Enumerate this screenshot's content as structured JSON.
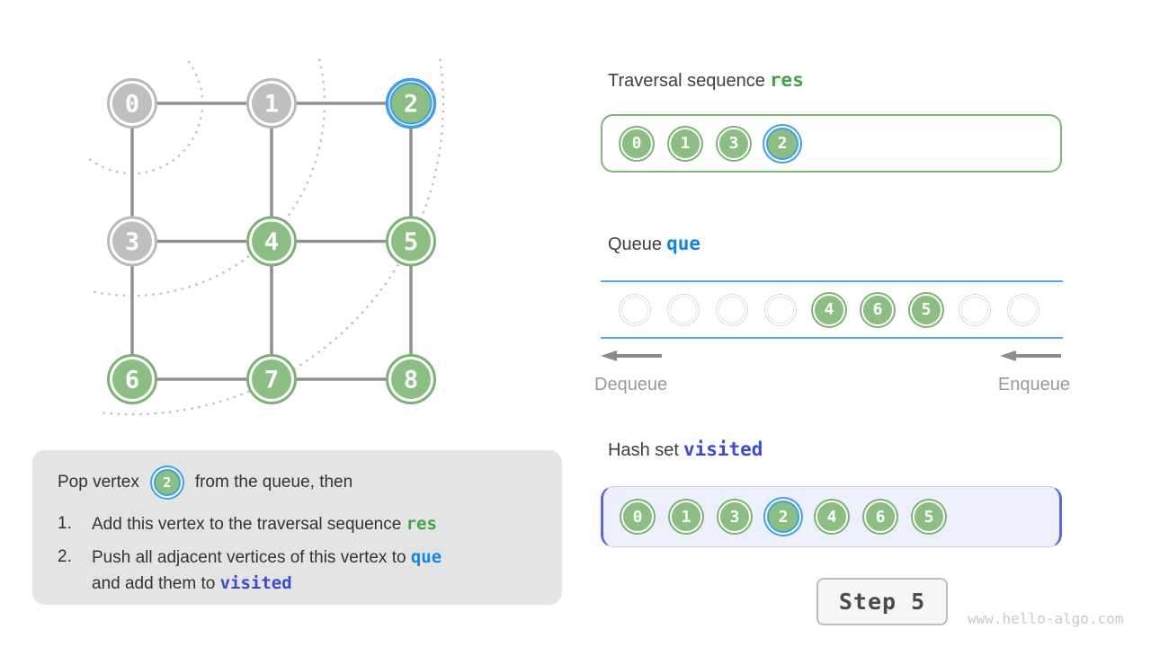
{
  "colors": {
    "green_fill": "#8cbe84",
    "green_ring": "#7bb273",
    "gray_fill": "#bfbfbf",
    "gray_ring": "#b9b9b9",
    "highlight_blue": "#3fa0e8",
    "edge_gray": "#909090",
    "arc_gray": "#bdbdbd",
    "res_green": "#47a04b",
    "que_blue": "#1385e3",
    "visited_indigo": "#3a4bd2",
    "queue_line_blue": "#54a6e8"
  },
  "graph": {
    "vertices": [
      {
        "label": "0",
        "state": "gray"
      },
      {
        "label": "1",
        "state": "gray"
      },
      {
        "label": "2",
        "state": "highlight"
      },
      {
        "label": "3",
        "state": "gray"
      },
      {
        "label": "4",
        "state": "green"
      },
      {
        "label": "5",
        "state": "green"
      },
      {
        "label": "6",
        "state": "green"
      },
      {
        "label": "7",
        "state": "green"
      },
      {
        "label": "8",
        "state": "green"
      }
    ],
    "edges": [
      [
        0,
        1
      ],
      [
        1,
        2
      ],
      [
        3,
        4
      ],
      [
        4,
        5
      ],
      [
        6,
        7
      ],
      [
        7,
        8
      ],
      [
        0,
        3
      ],
      [
        1,
        4
      ],
      [
        2,
        5
      ],
      [
        3,
        6
      ],
      [
        4,
        7
      ],
      [
        5,
        8
      ]
    ]
  },
  "instruction": {
    "prefix": "Pop vertex",
    "vertex_label": "2",
    "suffix": "from the queue, then",
    "items": [
      {
        "number": "1.",
        "text": "Add this vertex to the traversal sequence ",
        "keyword": "res"
      },
      {
        "number": "2.",
        "text": "Push all adjacent vertices of this vertex to ",
        "keyword": "que",
        "text2": "and add them to ",
        "keyword2": "visited"
      }
    ]
  },
  "traversal": {
    "title": "Traversal sequence",
    "keyword": "res",
    "values": [
      {
        "label": "0"
      },
      {
        "label": "1"
      },
      {
        "label": "3"
      },
      {
        "label": "2",
        "highlight": true
      }
    ]
  },
  "queue": {
    "title": "Queue",
    "keyword": "que",
    "slots": [
      null,
      null,
      null,
      null,
      {
        "label": "4"
      },
      {
        "label": "6"
      },
      {
        "label": "5"
      },
      null,
      null
    ],
    "dequeue_label": "Dequeue",
    "enqueue_label": "Enqueue"
  },
  "hash_set": {
    "title": "Hash set",
    "keyword": "visited",
    "values": [
      {
        "label": "0"
      },
      {
        "label": "1"
      },
      {
        "label": "3"
      },
      {
        "label": "2",
        "highlight": true
      },
      {
        "label": "4"
      },
      {
        "label": "6"
      },
      {
        "label": "5"
      }
    ]
  },
  "step_button": {
    "label": "Step 5"
  },
  "watermark": "www.hello-algo.com"
}
